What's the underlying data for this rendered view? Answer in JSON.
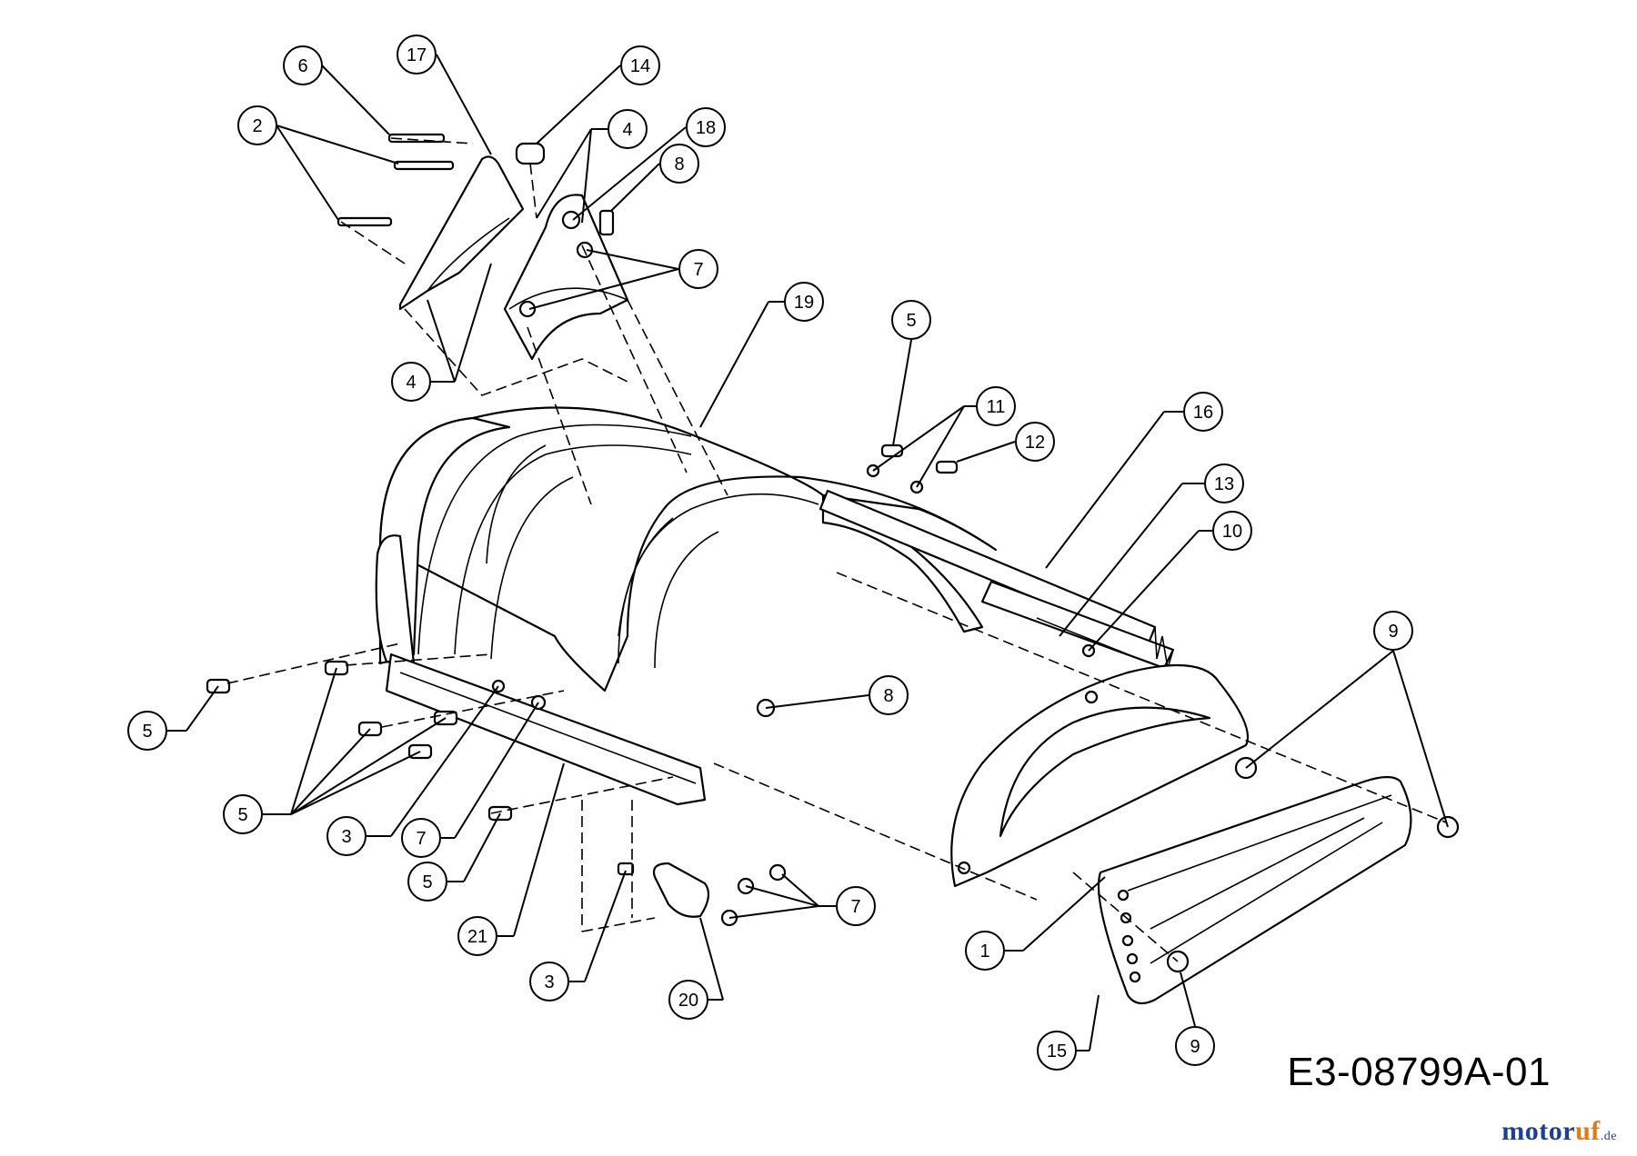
{
  "drawing_code": "E3-08799A-01",
  "brand": {
    "name": "motoruf",
    "suffix": ".de",
    "colors": {
      "blue": "#1f3f8f",
      "orange": "#e07b1a"
    }
  },
  "callouts": [
    {
      "id": "c-6",
      "label": "6",
      "part": "screw"
    },
    {
      "id": "c-17",
      "label": "17",
      "part": "mounting-plate-left"
    },
    {
      "id": "c-14",
      "label": "14",
      "part": "spacer-tube"
    },
    {
      "id": "c-2",
      "label": "2",
      "part": "screw"
    },
    {
      "id": "c-4a",
      "label": "4",
      "part": "nut"
    },
    {
      "id": "c-18",
      "label": "18",
      "part": "mounting-plate-right"
    },
    {
      "id": "c-8a",
      "label": "8",
      "part": "screw"
    },
    {
      "id": "c-7a",
      "label": "7",
      "part": "nut"
    },
    {
      "id": "c-4b",
      "label": "4",
      "part": "nut"
    },
    {
      "id": "c-19",
      "label": "19",
      "part": "tine-shield"
    },
    {
      "id": "c-5a",
      "label": "5",
      "part": "screw"
    },
    {
      "id": "c-11",
      "label": "11",
      "part": "washer"
    },
    {
      "id": "c-12",
      "label": "12",
      "part": "screw"
    },
    {
      "id": "c-16",
      "label": "16",
      "part": "flap"
    },
    {
      "id": "c-13",
      "label": "13",
      "part": "hinge-rod"
    },
    {
      "id": "c-10",
      "label": "10",
      "part": "nut"
    },
    {
      "id": "c-9a",
      "label": "9",
      "part": "knob"
    },
    {
      "id": "c-8b",
      "label": "8",
      "part": "screw"
    },
    {
      "id": "c-5b",
      "label": "5",
      "part": "screw"
    },
    {
      "id": "c-5c",
      "label": "5",
      "part": "screw"
    },
    {
      "id": "c-3a",
      "label": "3",
      "part": "bolt"
    },
    {
      "id": "c-7b",
      "label": "7",
      "part": "nut"
    },
    {
      "id": "c-5d",
      "label": "5",
      "part": "screw"
    },
    {
      "id": "c-21",
      "label": "21",
      "part": "skid-rail"
    },
    {
      "id": "c-1",
      "label": "1",
      "part": "side-guard"
    },
    {
      "id": "c-7c",
      "label": "7",
      "part": "nut"
    },
    {
      "id": "c-3b",
      "label": "3",
      "part": "bolt"
    },
    {
      "id": "c-20",
      "label": "20",
      "part": "bracket"
    },
    {
      "id": "c-15",
      "label": "15",
      "part": "adjustment-plate"
    },
    {
      "id": "c-9b",
      "label": "9",
      "part": "knob"
    }
  ]
}
